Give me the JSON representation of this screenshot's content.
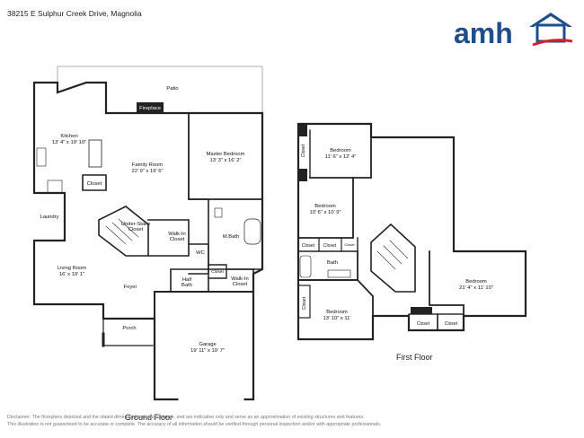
{
  "header": {
    "address": "38215 E Sulphur Creek Drive, Magnolia",
    "logo_text": "amh"
  },
  "ground_floor": {
    "label": "Ground Floor",
    "rooms": {
      "patio": {
        "name": "Patio"
      },
      "fireplace": {
        "name": "Fireplace"
      },
      "kitchen": {
        "name": "Kitchen",
        "dim": "13' 4\" x 19' 10\""
      },
      "family_room": {
        "name": "Family Room",
        "dim": "22' 9\" x 19' 6\""
      },
      "master_bedroom": {
        "name": "Master Bedroom",
        "dim": "13' 3\" x 16' 2\""
      },
      "closet": {
        "name": "Closet"
      },
      "laundry": {
        "name": "Laundry"
      },
      "under_stairs": {
        "name": "Under-Stairs",
        "name2": "Closet"
      },
      "walkin_1": {
        "name": "Walk-In",
        "name2": "Closet"
      },
      "mbath": {
        "name": "M.Bath"
      },
      "wc": {
        "name": "WC"
      },
      "closet_small": {
        "name": "Closet"
      },
      "walkin_2": {
        "name": "Walk-In",
        "name2": "Closet"
      },
      "half_bath": {
        "name": "Half",
        "name2": "Bath"
      },
      "living_room": {
        "name": "Living Room",
        "dim": "16' x 19' 1\""
      },
      "foyer": {
        "name": "Foyer"
      },
      "porch": {
        "name": "Porch"
      },
      "garage": {
        "name": "Garage",
        "dim": "19' 11\" x 19' 7\""
      }
    }
  },
  "first_floor": {
    "label": "First Floor",
    "rooms": {
      "bedroom_1": {
        "name": "Bedroom",
        "dim": "11' 6\" x 12' 4\""
      },
      "closet_v1": {
        "name": "Closet"
      },
      "bedroom_2": {
        "name": "Bedroom",
        "dim": "10' 6\" x 10' 9\""
      },
      "closet_a": {
        "name": "Closet"
      },
      "closet_b": {
        "name": "Closet"
      },
      "closet_c": {
        "name": "Closet"
      },
      "bath": {
        "name": "Bath"
      },
      "bedroom_3": {
        "name": "Bedroom",
        "dim": "21' 4\" x 11' 10\""
      },
      "closet_v2": {
        "name": "Closet"
      },
      "bedroom_4": {
        "name": "Bedroom",
        "dim": "13' 10\" x 11'"
      },
      "closet_d": {
        "name": "Closet"
      },
      "closet_e": {
        "name": "Closet"
      }
    }
  },
  "disclaimer": {
    "line1": "Disclaimer: The floorplans depicted and the stated dimensions are approximate, and are indicative only and serve as an approximation of existing structures and features.",
    "line2": "This illustration is not guaranteed to be accurate or complete. The accuracy of all information should be verified through personal inspection and/or with appropriate professionals."
  },
  "colors": {
    "brand_blue": "#1f4e8c",
    "brand_red": "#d6202a",
    "wall": "#222222"
  }
}
